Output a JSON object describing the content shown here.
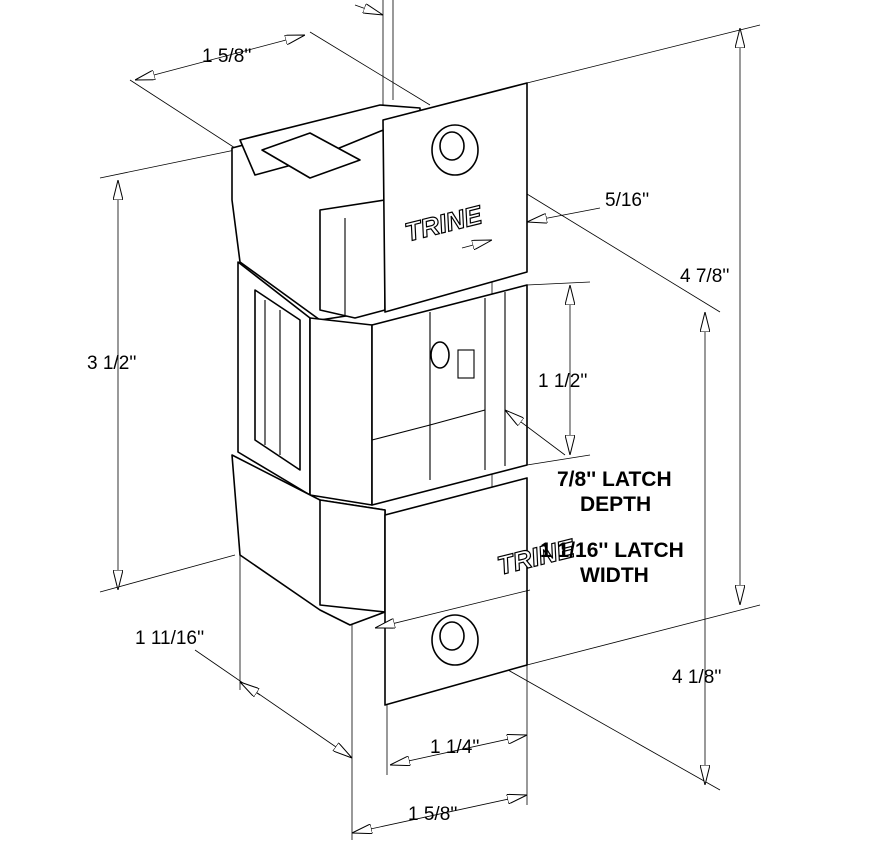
{
  "title": "TRINE electric strike dimension drawing",
  "brand_logo": "TRINE",
  "dimensions": {
    "top_width": "1 5/8''",
    "faceplate_offset": "5/16''",
    "overall_height": "4 7/8''",
    "body_height": "3 1/2''",
    "cavity_height": "1 1/2''",
    "mount_height": "4 1/8''",
    "body_depth": "1 11/16''",
    "faceplate_inner_width": "1 1/4''",
    "faceplate_width": "1 5/8''"
  },
  "notes": {
    "latch_depth_line1": "7/8'' LATCH",
    "latch_depth_line2": "DEPTH",
    "latch_width_line1": "1 1/16'' LATCH",
    "latch_width_line2": "WIDTH"
  }
}
